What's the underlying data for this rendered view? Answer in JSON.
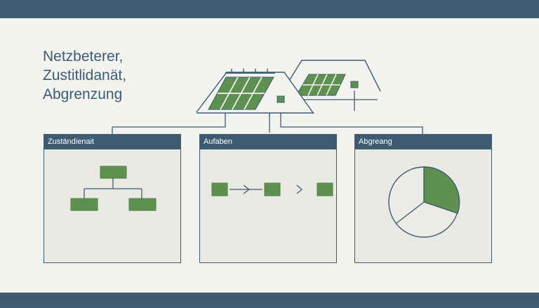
{
  "title": {
    "line1": "Netzbeterer,",
    "line2": "Zustitlidanät,",
    "line3": "Abgrenzung"
  },
  "panels": [
    {
      "header": "Zuständienait",
      "icon": "hierarchy-icon"
    },
    {
      "header": "Aufaben",
      "icon": "process-flow-icon"
    },
    {
      "header": "Abgreang",
      "icon": "pie-chart-icon"
    }
  ],
  "colors": {
    "navy": "#3e5b72",
    "green": "#5e9150",
    "panel_bg": "#e9e8e3",
    "background": "#f2f2ef"
  }
}
